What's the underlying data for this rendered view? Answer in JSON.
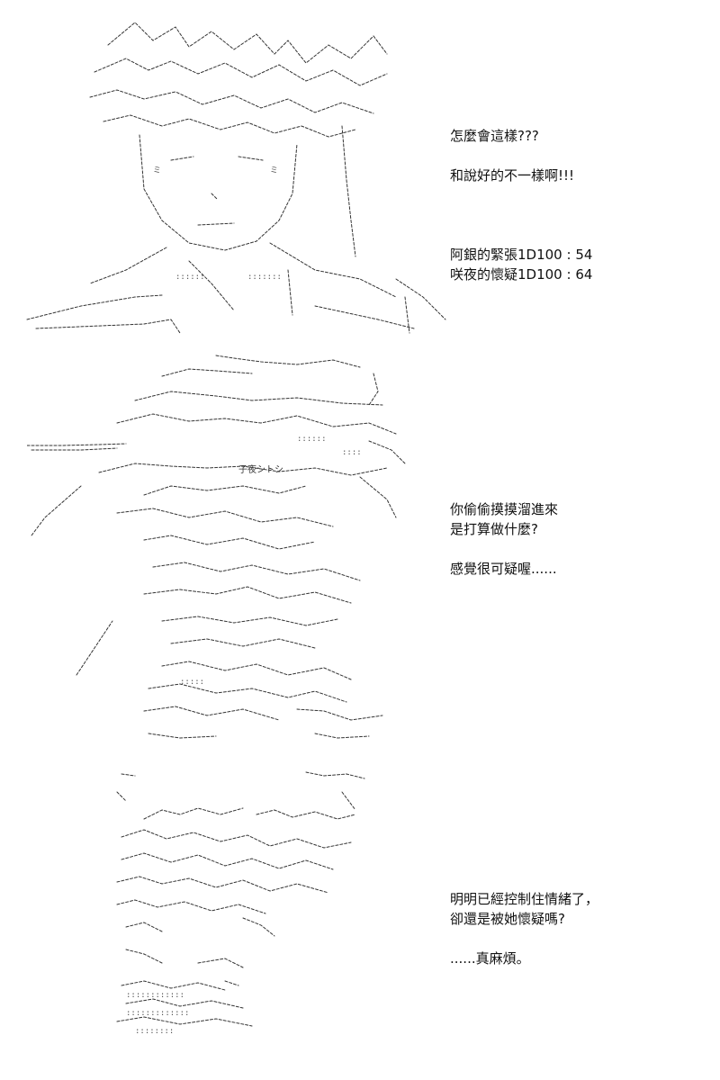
{
  "panels": [
    {
      "dialogue": [
        "怎麼會這樣???",
        "",
        "和說好的不一樣啊!!!",
        "",
        "",
        "",
        "阿銀的緊張1D100 : 54",
        "咲夜的懷疑1D100 : 64"
      ]
    },
    {
      "dialogue": [
        "你偷偷摸摸溜進來",
        "是打算做什麼?",
        "",
        "感覺很可疑喔......"
      ],
      "art_text": "子夜シトシ"
    },
    {
      "dialogue": [
        "明明已經控制住情緒了，",
        "卻還是被她懷疑嗎?",
        "",
        "......真麻煩。"
      ]
    }
  ]
}
